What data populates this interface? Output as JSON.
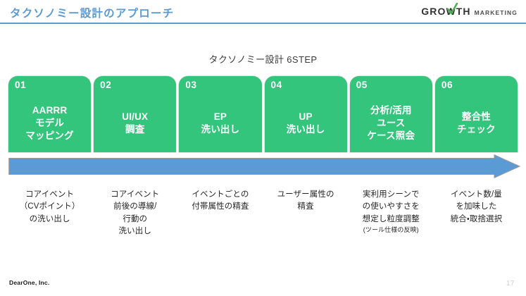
{
  "header": {
    "title": "タクソノミー設計のアプローチ",
    "rule_color": "#5b9bd5",
    "logo": {
      "word_mark": "GROWTH",
      "sub_mark": "MARKETING",
      "check_icon": "check-icon",
      "check_color": "#4caf50"
    }
  },
  "subtitle": "タクソノミー設計 6STEP",
  "colors": {
    "step_green": "#34c57d",
    "arrow_blue": "#5b9bd5",
    "title_blue": "#5b9bd5",
    "caption_text": "#262626",
    "page_number": "#c9cdd4"
  },
  "steps": [
    {
      "number": "01",
      "lines": [
        "AARRR",
        "モデル",
        "マッピング"
      ],
      "caption_lines": [
        "コアイベント",
        "（CVポイント）",
        "の洗い出し"
      ],
      "caption_small_lines": []
    },
    {
      "number": "02",
      "lines": [
        "UI/UX",
        "調査"
      ],
      "caption_lines": [
        "コアイベント",
        "前後の導線/",
        "行動の",
        "洗い出し"
      ],
      "caption_small_lines": []
    },
    {
      "number": "03",
      "lines": [
        "EP",
        "洗い出し"
      ],
      "caption_lines": [
        "イベントごとの",
        "付帯属性の精査"
      ],
      "caption_small_lines": []
    },
    {
      "number": "04",
      "lines": [
        "UP",
        "洗い出し"
      ],
      "caption_lines": [
        "ユーザー属性の",
        "精査"
      ],
      "caption_small_lines": []
    },
    {
      "number": "05",
      "lines": [
        "分析/活用",
        "ユース",
        "ケース照会"
      ],
      "caption_lines": [
        "実利用シーンで",
        "の使いやすさを",
        "想定し粒度調整"
      ],
      "caption_small_lines": [
        "(ツール仕様の反映)"
      ]
    },
    {
      "number": "06",
      "lines": [
        "整合性",
        "チェック"
      ],
      "caption_lines": [
        "イベント数/量",
        "を加味した",
        "統合・取捨選択"
      ],
      "caption_small_lines": []
    }
  ],
  "arrow": {
    "icon": "right-arrow-icon",
    "direction": "right"
  },
  "footer": {
    "company": "DearOne, Inc.",
    "page_number": "17"
  }
}
